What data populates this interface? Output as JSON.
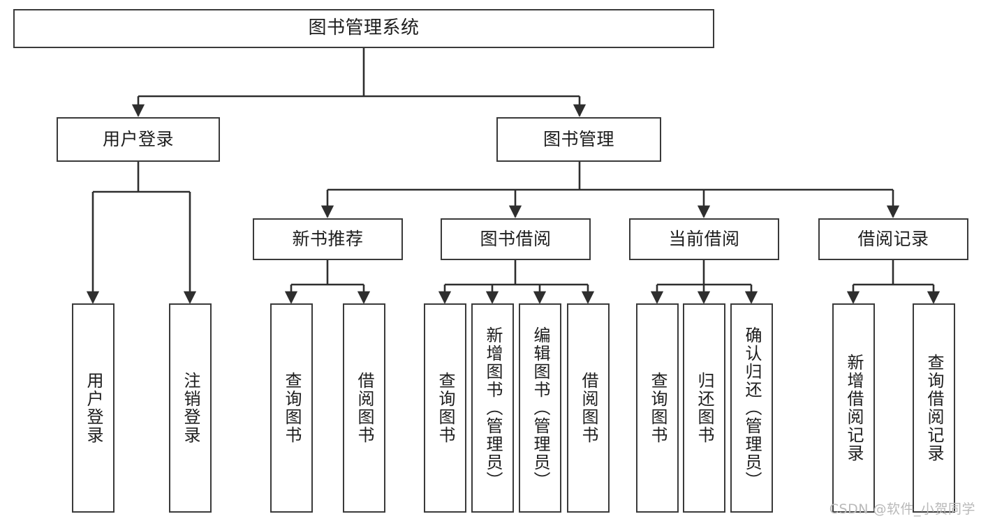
{
  "diagram": {
    "title": "图书管理系统",
    "type": "tree-hierarchy-chart",
    "orientation": "top-down",
    "colors": {
      "stroke": "#3a3a3a",
      "fill": "#ffffff",
      "text": "#1d1d1d",
      "watermark": "#b9b9b9"
    },
    "nodes": {
      "root": {
        "label": "图书管理系统"
      },
      "level1": [
        {
          "id": "user-login",
          "label": "用户登录"
        },
        {
          "id": "book-manage",
          "label": "图书管理"
        }
      ],
      "level2": [
        {
          "id": "new-book-rec",
          "label": "新书推荐"
        },
        {
          "id": "book-borrow",
          "label": "图书借阅"
        },
        {
          "id": "current-borrow",
          "label": "当前借阅"
        },
        {
          "id": "borrow-record",
          "label": "借阅记录"
        }
      ],
      "leaves": {
        "user-login": [
          {
            "id": "leaf-user-login",
            "label": "用户登录"
          },
          {
            "id": "leaf-logout-login",
            "label": "注销登录"
          }
        ],
        "new-book-rec": [
          {
            "id": "leaf-query-book-1",
            "label": "查询图书"
          },
          {
            "id": "leaf-borrow-book-1",
            "label": "借阅图书"
          }
        ],
        "book-borrow": [
          {
            "id": "leaf-query-book-2",
            "label": "查询图书"
          },
          {
            "id": "leaf-add-book",
            "label": "新增图书（管理员）"
          },
          {
            "id": "leaf-edit-book",
            "label": "编辑图书（管理员）"
          },
          {
            "id": "leaf-borrow-book-2",
            "label": "借阅图书"
          }
        ],
        "current-borrow": [
          {
            "id": "leaf-query-book-3",
            "label": "查询图书"
          },
          {
            "id": "leaf-return-book",
            "label": "归还图书"
          },
          {
            "id": "leaf-confirm-return",
            "label": "确认归还（管理员）"
          }
        ],
        "borrow-record": [
          {
            "id": "leaf-add-record",
            "label": "新增借阅记录"
          },
          {
            "id": "leaf-query-record",
            "label": "查询借阅记录"
          }
        ]
      }
    },
    "watermark": "CSDN @软件_小贺同学"
  }
}
